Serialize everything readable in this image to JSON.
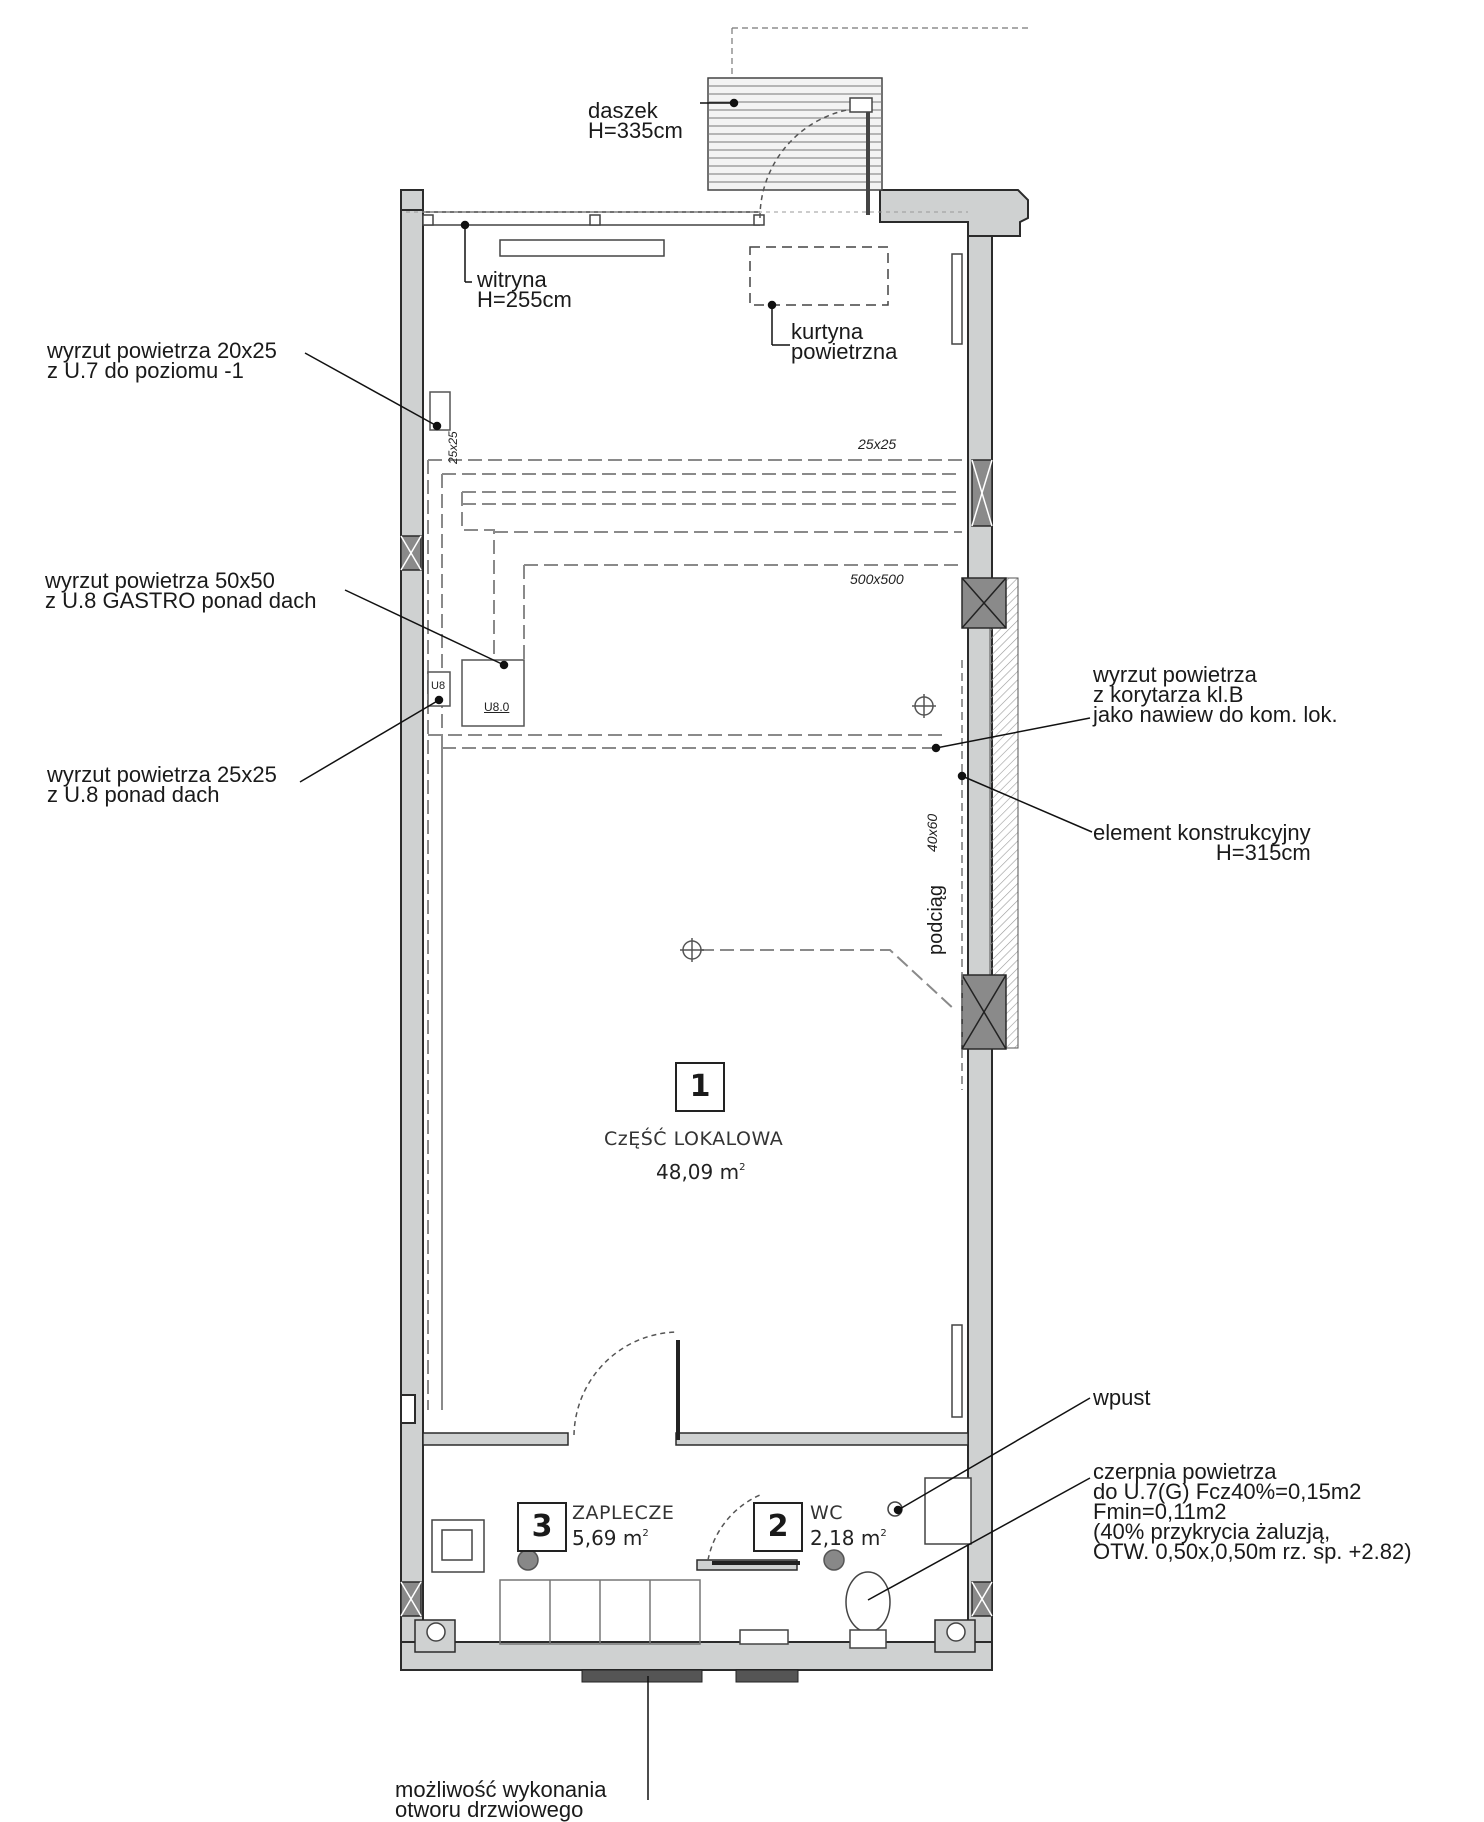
{
  "annotations": {
    "daszek": [
      "daszek",
      "H=335cm"
    ],
    "witryna": [
      "witryna",
      "H=255cm"
    ],
    "kurtyna": [
      "kurtyna",
      "powietrzna"
    ],
    "wyrzut_20x25": [
      "wyrzut powietrza 20x25",
      "z U.7 do poziomu -1"
    ],
    "wyrzut_50x50": [
      "wyrzut powietrza 50x50",
      "z U.8 GASTRO ponad dach"
    ],
    "wyrzut_25x25": [
      "wyrzut powietrza 25x25",
      "z U.8  ponad dach"
    ],
    "wyrzut_korytarz": [
      "wyrzut powietrza",
      "z korytarza kl.B",
      "jako nawiew do kom. lok."
    ],
    "element_konstr": [
      "element konstrukcyjny",
      "H=315cm"
    ],
    "wpust": [
      "wpust"
    ],
    "czerpnia": [
      "czerpnia powietrza",
      "do U.7(G) Fcz40%=0,15m2",
      "Fmin=0,11m2",
      "(40% przykrycia żaluzją,",
      "OTW. 0,50x,0,50m rz. sp. +2.82)"
    ],
    "mozliwosc": [
      "możliwość wykonania",
      "otworu drzwiowego"
    ]
  },
  "duct_labels": {
    "d25x25_top": "25x25",
    "d25x25_vert": "25x25",
    "d500x500": "500x500",
    "d40x60": "40x60",
    "podciag": "podciąg",
    "u8": "U8",
    "u80": "U8.0"
  },
  "rooms": [
    {
      "number": "1",
      "name": "CzĘŚĆ LOKALOWA",
      "area": "48,09 m",
      "unit_sup": "2"
    },
    {
      "number": "2",
      "name": "WC",
      "area": "2,18 m",
      "unit_sup": "2"
    },
    {
      "number": "3",
      "name": "ZAPLECZE",
      "area": "5,69 m",
      "unit_sup": "2"
    }
  ],
  "colors": {
    "wall_fill": "#cfd1d1",
    "wall_stroke": "#2b2b2b",
    "dashed": "#8a8a8a",
    "text": "#1a1a1a"
  }
}
